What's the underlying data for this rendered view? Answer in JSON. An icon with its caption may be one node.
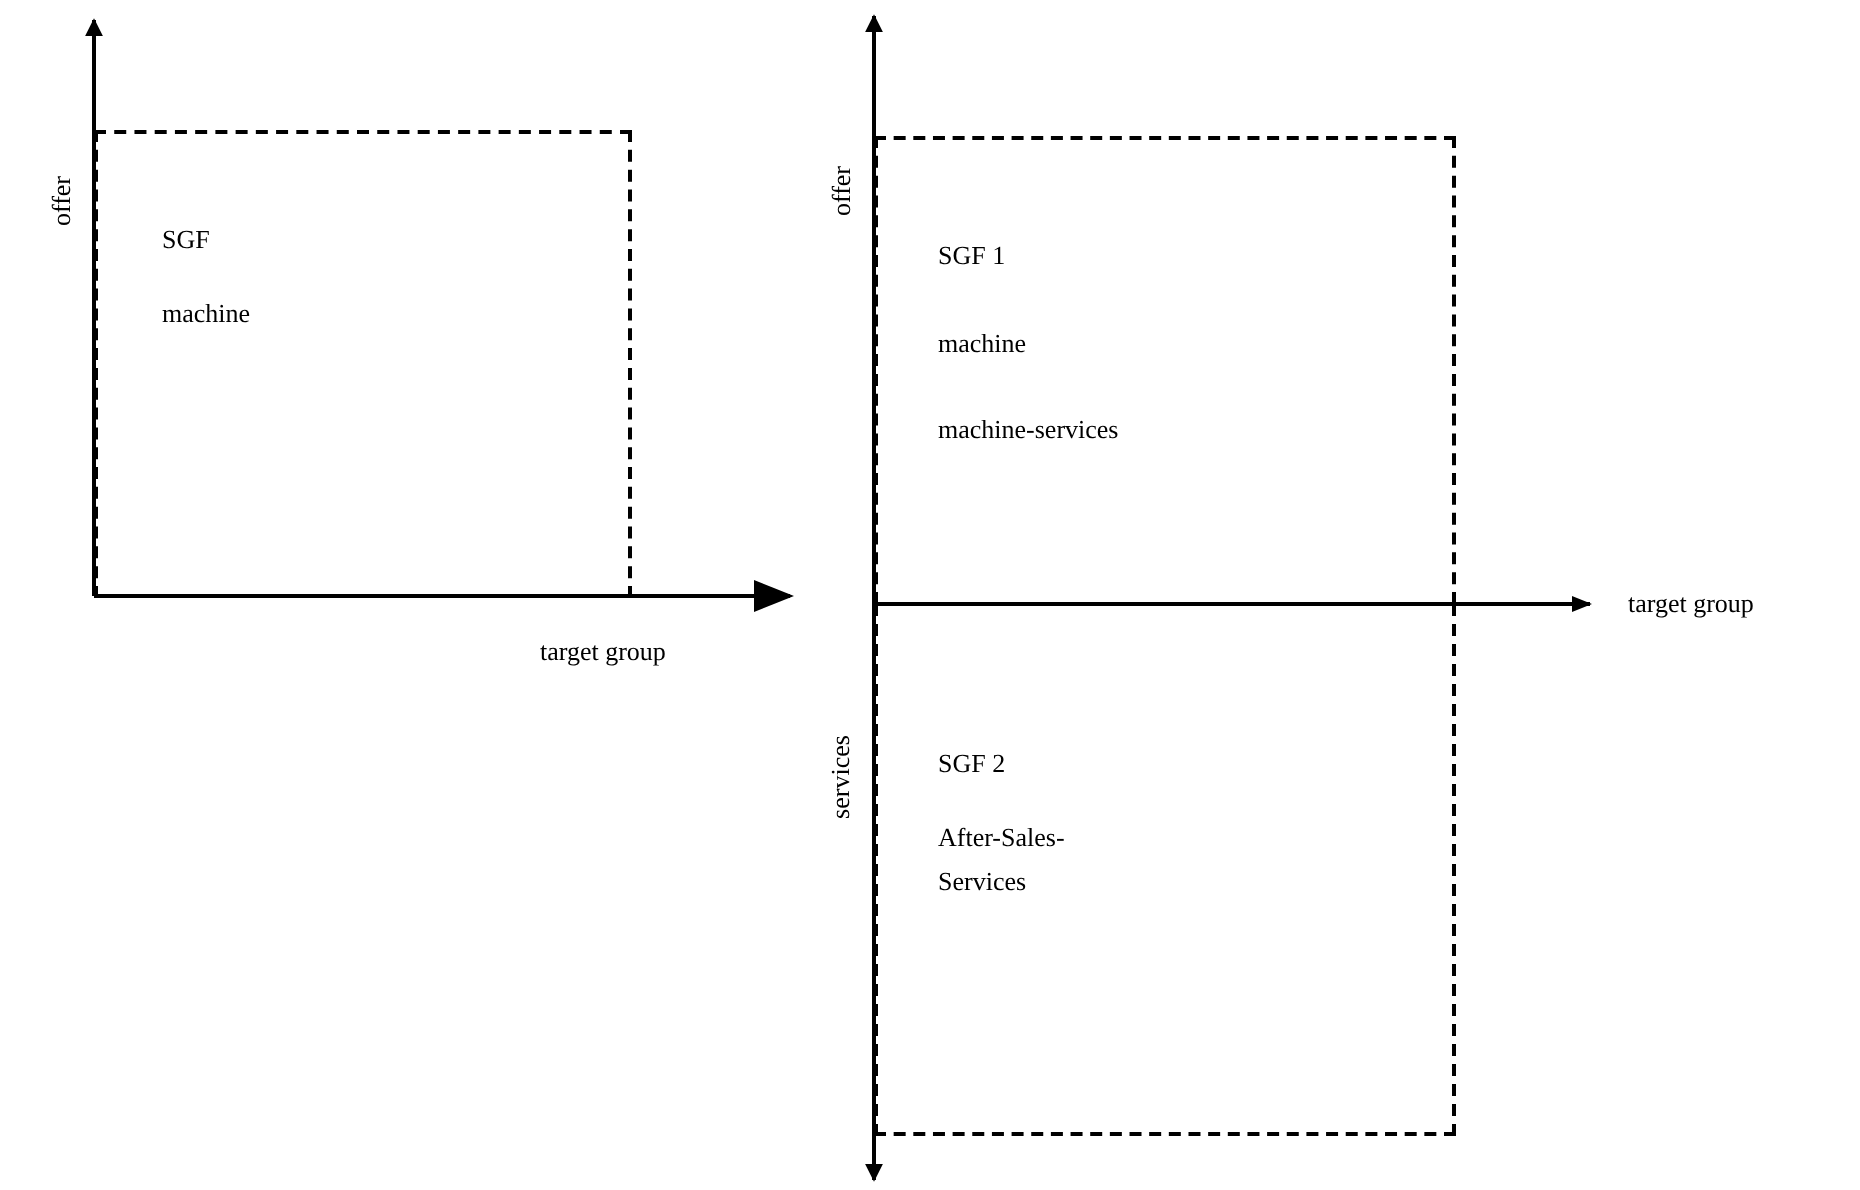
{
  "diagram": {
    "nodes": [
      {
        "text": [
          "SGF",
          "machine"
        ]
      },
      {
        "text": [
          "SGF 1",
          "machine",
          "machine-services"
        ]
      },
      {
        "text": [
          "SGF 2",
          "After-Sales-Services"
        ]
      }
    ],
    "labels": [
      "offer",
      "target group",
      "offer",
      "target group",
      "services"
    ]
  }
}
